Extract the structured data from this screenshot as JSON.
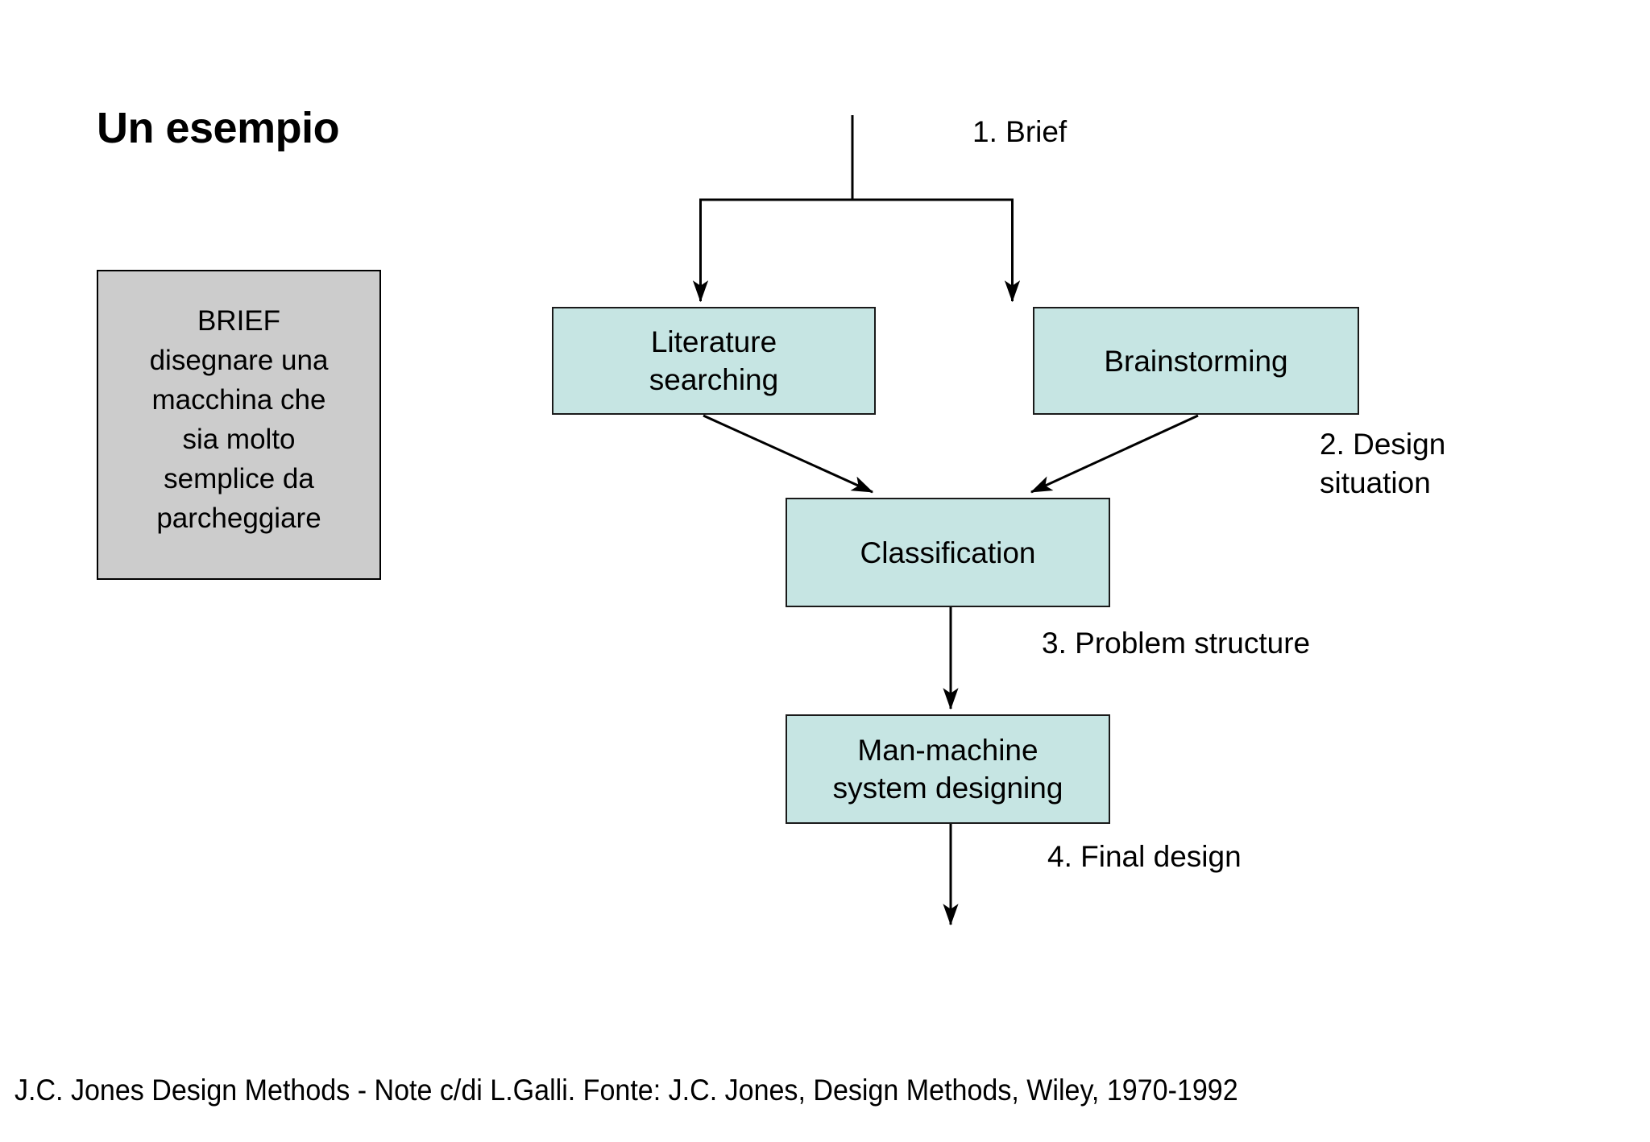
{
  "slide": {
    "title": "Un esempio",
    "background_color": "#ffffff"
  },
  "brief_box": {
    "name": "BRIEF",
    "fill_color": "#cccccc",
    "border_color": "#000000",
    "text": "BRIEF\ndisegnare una\nmacchina che\nsia molto\nsemplice da\nparcheggiare"
  },
  "diagram": {
    "box_fill_color": "#c6e5e3",
    "box_border_color": "#1a1a1a",
    "boxes": [
      {
        "id": "literature",
        "label": "Literature\nsearching"
      },
      {
        "id": "brainstorm",
        "label": "Brainstorming"
      },
      {
        "id": "classify",
        "label": "Classification"
      },
      {
        "id": "manmachine",
        "label": "Man-machine\nsystem designing"
      }
    ],
    "stage_labels": [
      {
        "id": "brief",
        "text": "1. Brief"
      },
      {
        "id": "design",
        "text": "2. Design\nsituation"
      },
      {
        "id": "problem",
        "text": "3. Problem structure"
      },
      {
        "id": "final",
        "text": "4. Final design"
      }
    ]
  },
  "footer": {
    "caption": "J.C. Jones Design Methods - Note c/di L.Galli. Fonte: J.C. Jones, Design Methods, Wiley, 1970-1992"
  }
}
